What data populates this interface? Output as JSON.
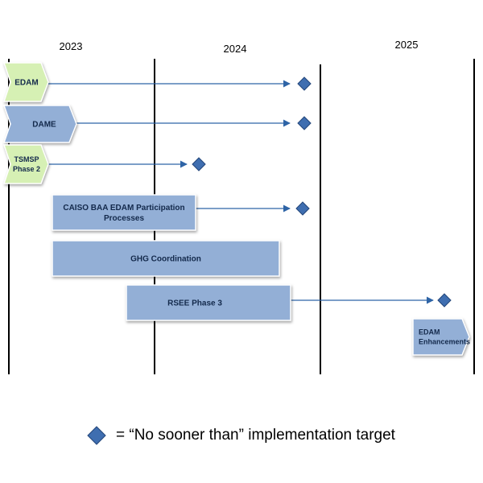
{
  "years": [
    "2023",
    "2024",
    "2025"
  ],
  "items": [
    {
      "label": "EDAM",
      "lines": [
        "EDAM"
      ],
      "style": "green-chevron",
      "has_target": true
    },
    {
      "label": "DAME",
      "lines": [
        "DAME"
      ],
      "style": "blue-chevron-notch",
      "has_target": true
    },
    {
      "label": "TSMSP Phase 2",
      "lines": [
        "TSMSP",
        "Phase 2"
      ],
      "style": "green-chevron",
      "has_target": true
    },
    {
      "label": "CAISO BAA EDAM Participation Processes",
      "lines": [
        "CAISO BAA EDAM Participation",
        "Processes"
      ],
      "style": "blue-box",
      "has_target": true
    },
    {
      "label": "GHG Coordination",
      "lines": [
        "GHG Coordination"
      ],
      "style": "blue-box",
      "has_target": false
    },
    {
      "label": "RSEE Phase 3",
      "lines": [
        "RSEE Phase 3"
      ],
      "style": "blue-box",
      "has_target": true
    },
    {
      "label": "EDAM Enhancements",
      "lines": [
        "EDAM",
        "Enhancements"
      ],
      "style": "blue-chevron-right",
      "has_target": false
    }
  ],
  "legend": {
    "marker": "diamond-marker",
    "text": "= “No sooner than” implementation target"
  },
  "colors": {
    "green_fill": "#d6f0b4",
    "blue_fill": "#93afd6",
    "bar_text": "#13294b",
    "arrow": "#2e64a6",
    "diamond": "#3f6eb0",
    "diamond_stroke": "#23467a",
    "gridline": "#000000"
  }
}
